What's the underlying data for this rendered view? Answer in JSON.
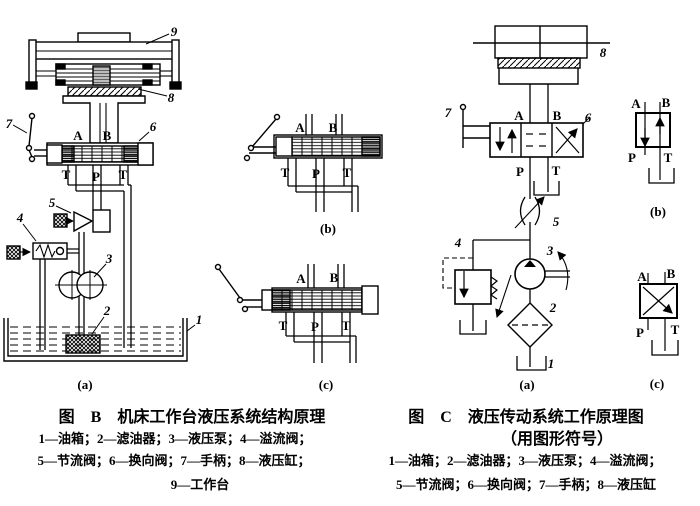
{
  "sym": {
    "A": "A",
    "B": "B",
    "P": "P",
    "T": "T",
    "n1": "1",
    "n2": "2",
    "n3": "3",
    "n4": "4",
    "n5": "5",
    "n6": "6",
    "n7": "7",
    "n8": "8",
    "n9": "9",
    "sub_a": "(a)",
    "sub_b": "(b)",
    "sub_c": "(c)"
  },
  "figure_b": {
    "title": "图　B　机床工作台液压系统结构原理",
    "legend1": "1—油箱；2—滤油器；3—液压泵；4—溢流阀；",
    "legend2": "5—节流阀；6—换向阀；7—手柄；8—液压缸；",
    "legend3": "9—工作台"
  },
  "figure_c": {
    "title": "图　C　液压传动系统工作原理图",
    "subtitle": "（用图形符号）",
    "legend1": "1—油箱；2—滤油器；3—液压泵；4—溢流阀；",
    "legend2": "5—节流阀；6—换向阀；7—手柄；8—液压缸"
  },
  "colors": {
    "ink": "#000000",
    "paper": "#ffffff"
  }
}
